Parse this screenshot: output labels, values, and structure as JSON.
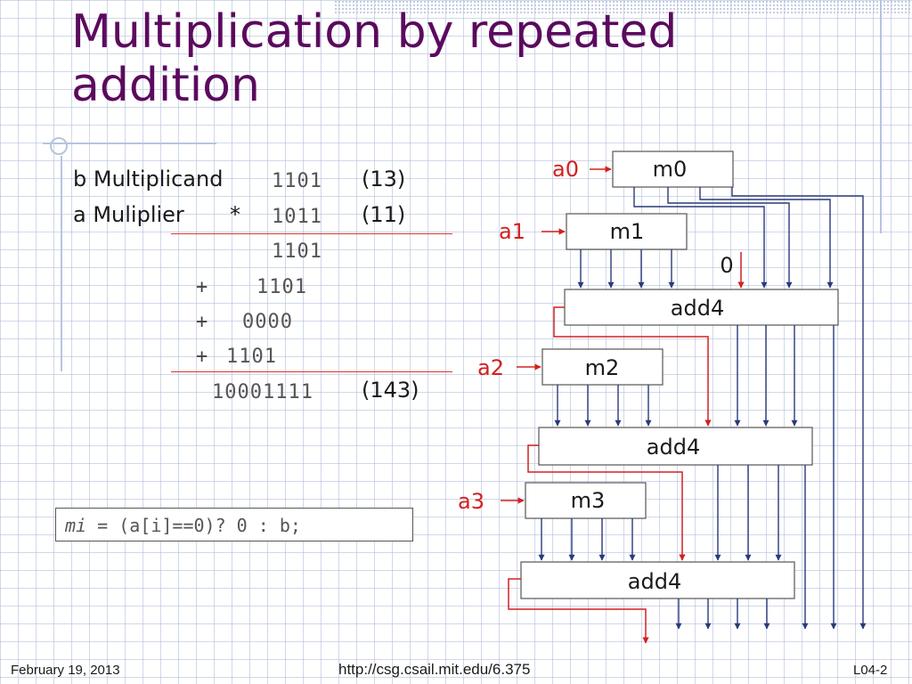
{
  "slide": {
    "title_line1": "Multiplication by repeated",
    "title_line2": "addition"
  },
  "example": {
    "multiplicand_label": "b Multiplicand",
    "multiplicand_bits": "1101",
    "multiplicand_dec": "(13)",
    "multiplier_label": "a Muliplier",
    "multiplier_op": "*",
    "multiplier_bits": "1011",
    "multiplier_dec": "(11)",
    "partial_0": "1101",
    "partial_1_op": "+",
    "partial_1": "1101",
    "partial_2_op": "+",
    "partial_2": "0000",
    "partial_3_op": "+",
    "partial_3": "1101",
    "result_bits": "10001111",
    "result_dec": "(143)"
  },
  "code": {
    "var": "mi",
    "rest": " = (a[i]==0)? 0 : b;"
  },
  "diagram": {
    "m0": "m0",
    "m1": "m1",
    "m2": "m2",
    "m3": "m3",
    "a0": "a0",
    "a1": "a1",
    "a2": "a2",
    "a3": "a3",
    "add1": "add4",
    "add2": "add4",
    "add3": "add4",
    "zero": "0"
  },
  "footer": {
    "date": "February 19, 2013",
    "url": "http://csg.csail.mit.edu/6.375",
    "slide_no": "L04-2"
  },
  "colors": {
    "title": "#5b0a5e",
    "accent_red": "#d32020",
    "wire_blue": "#2a3a7a"
  }
}
